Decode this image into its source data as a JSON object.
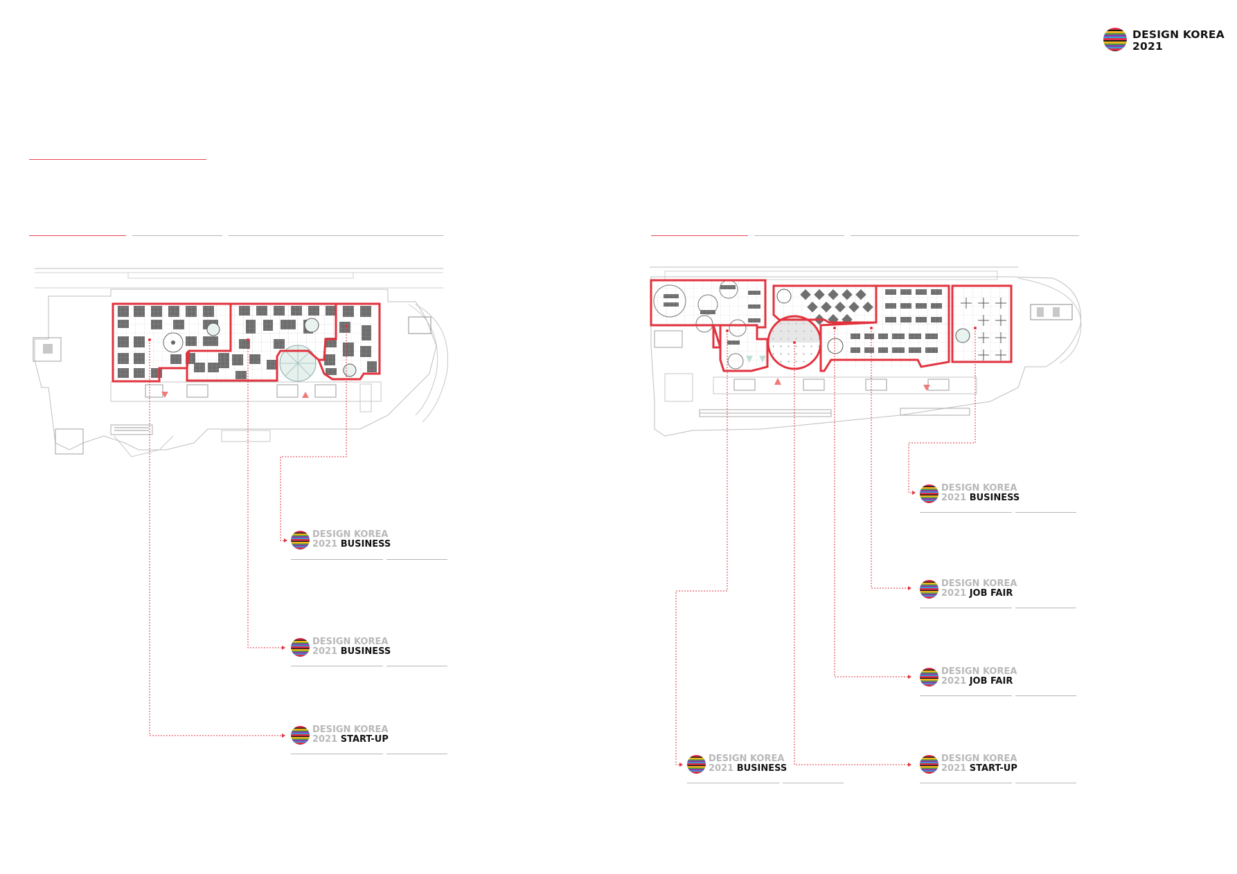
{
  "brand": {
    "line1": "DESIGN KOREA",
    "line2": "2021"
  },
  "colors": {
    "accent": "#e8454f",
    "line_gray": "#b5b5b5",
    "plan_gray": "#6b6b6b"
  },
  "left_plan": {
    "labels": [
      {
        "line1": "DESIGN KOREA",
        "year": "2021",
        "kind": "BUSINESS"
      },
      {
        "line1": "DESIGN KOREA",
        "year": "2021",
        "kind": "BUSINESS"
      },
      {
        "line1": "DESIGN KOREA",
        "year": "2021",
        "kind": "START-UP"
      }
    ]
  },
  "right_plan": {
    "labels": [
      {
        "line1": "DESIGN KOREA",
        "year": "2021",
        "kind": "BUSINESS"
      },
      {
        "line1": "DESIGN KOREA",
        "year": "2021",
        "kind": "JOB FAIR"
      },
      {
        "line1": "DESIGN KOREA",
        "year": "2021",
        "kind": "JOB FAIR"
      },
      {
        "line1": "DESIGN KOREA",
        "year": "2021",
        "kind": "BUSINESS"
      },
      {
        "line1": "DESIGN KOREA",
        "year": "2021",
        "kind": "START-UP"
      }
    ]
  }
}
